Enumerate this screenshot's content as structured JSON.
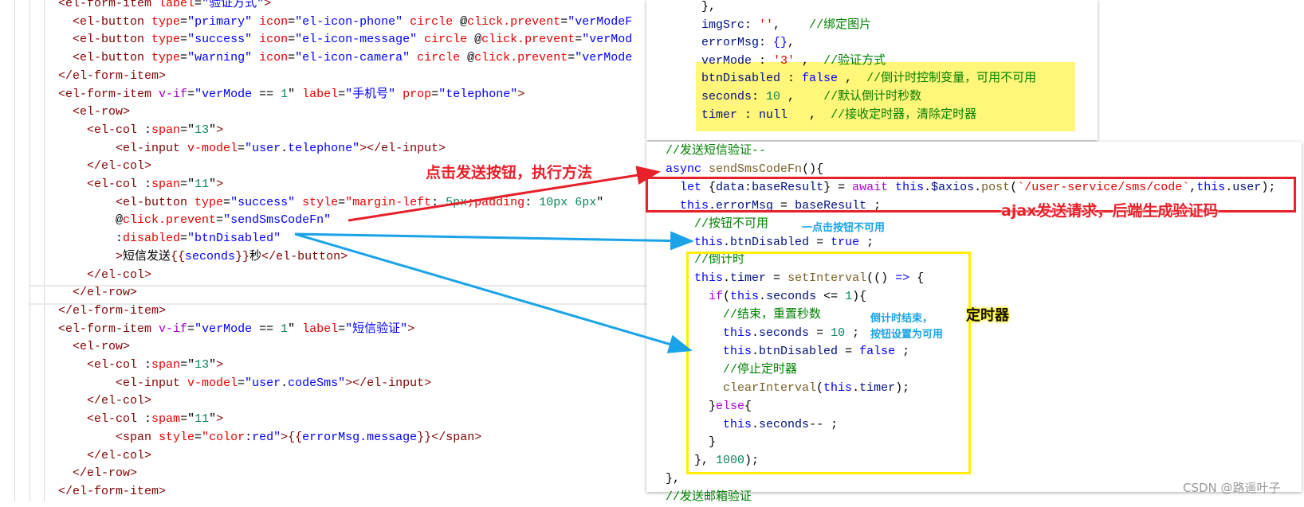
{
  "left_code": {
    "lines": [
      [
        [
          "<el-form-item",
          "tag"
        ],
        [
          " label",
          "attr"
        ],
        [
          "=",
          "p"
        ],
        [
          "\"验证方式\"",
          "str"
        ],
        [
          ">",
          "tag"
        ]
      ],
      [
        [
          "  <el-button",
          "tag"
        ],
        [
          " type",
          "attr"
        ],
        [
          "=",
          "p"
        ],
        [
          "\"primary\"",
          "str"
        ],
        [
          " icon",
          "attr"
        ],
        [
          "=",
          "p"
        ],
        [
          "\"el-icon-phone\"",
          "str"
        ],
        [
          " circle",
          "attr"
        ],
        [
          " @",
          "p"
        ],
        [
          "click.prevent",
          "attr"
        ],
        [
          "=",
          "p"
        ],
        [
          "\"verModeF",
          "str"
        ]
      ],
      [
        [
          "  <el-button",
          "tag"
        ],
        [
          " type",
          "attr"
        ],
        [
          "=",
          "p"
        ],
        [
          "\"success\"",
          "str"
        ],
        [
          " icon",
          "attr"
        ],
        [
          "=",
          "p"
        ],
        [
          "\"el-icon-message\"",
          "str"
        ],
        [
          " circle",
          "attr"
        ],
        [
          " @",
          "p"
        ],
        [
          "click.prevent",
          "attr"
        ],
        [
          "=",
          "p"
        ],
        [
          "\"verMod",
          "str"
        ]
      ],
      [
        [
          "  <el-button",
          "tag"
        ],
        [
          " type",
          "attr"
        ],
        [
          "=",
          "p"
        ],
        [
          "\"warning\"",
          "str"
        ],
        [
          " icon",
          "attr"
        ],
        [
          "=",
          "p"
        ],
        [
          "\"el-icon-camera\"",
          "str"
        ],
        [
          " circle",
          "attr"
        ],
        [
          " @",
          "p"
        ],
        [
          "click.prevent",
          "attr"
        ],
        [
          "=",
          "p"
        ],
        [
          "\"verMode",
          "str"
        ]
      ],
      [
        [
          "</el-form-item>",
          "tag"
        ]
      ],
      [
        [
          "<el-form-item",
          "tag"
        ],
        [
          " v-if",
          "vif"
        ],
        [
          "=",
          "p"
        ],
        [
          "\"verMode",
          "str"
        ],
        [
          " == ",
          "p"
        ],
        [
          "1",
          "num"
        ],
        [
          "\"",
          "p"
        ],
        [
          " label",
          "attr"
        ],
        [
          "=",
          "p"
        ],
        [
          "\"手机号\"",
          "str"
        ],
        [
          " prop",
          "attr"
        ],
        [
          "=",
          "p"
        ],
        [
          "\"telephone\"",
          "str"
        ],
        [
          ">",
          "tag"
        ]
      ],
      [
        [
          "  <el-row>",
          "tag"
        ]
      ],
      [
        [
          "    <el-col",
          "tag"
        ],
        [
          " :",
          "p"
        ],
        [
          "span",
          "attr"
        ],
        [
          "=",
          "p"
        ],
        [
          "\"",
          "p"
        ],
        [
          "13",
          "num"
        ],
        [
          "\"",
          "p"
        ],
        [
          ">",
          "tag"
        ]
      ],
      [
        [
          "        <el-input",
          "tag"
        ],
        [
          " v-model",
          "attr"
        ],
        [
          "=",
          "p"
        ],
        [
          "\"user",
          "str"
        ],
        [
          ".",
          "p"
        ],
        [
          "telephone\"",
          "str"
        ],
        [
          "></el-input>",
          "tag"
        ]
      ],
      [
        [
          "    </el-col>",
          "tag"
        ]
      ],
      [
        [
          "    <el-col",
          "tag"
        ],
        [
          " :",
          "p"
        ],
        [
          "span",
          "attr"
        ],
        [
          "=",
          "p"
        ],
        [
          "\"",
          "p"
        ],
        [
          "11",
          "num"
        ],
        [
          "\"",
          "p"
        ],
        [
          ">",
          "tag"
        ]
      ],
      [
        [
          "        <el-button",
          "tag"
        ],
        [
          " type",
          "attr"
        ],
        [
          "=",
          "p"
        ],
        [
          "\"success\"",
          "str"
        ],
        [
          " style",
          "attr"
        ],
        [
          "=",
          "p"
        ],
        [
          "\"margin-left",
          "attr"
        ],
        [
          ": ",
          "p"
        ],
        [
          "5px",
          "num"
        ],
        [
          ";padding",
          "attr"
        ],
        [
          ": ",
          "p"
        ],
        [
          "10px 6px",
          "num"
        ],
        [
          "\"",
          "p"
        ]
      ],
      [
        [
          "        @",
          "p"
        ],
        [
          "click.prevent",
          "attr"
        ],
        [
          "=",
          "p"
        ],
        [
          "\"sendSmsCodeFn\"",
          "str"
        ]
      ],
      [
        [
          "        :",
          "p"
        ],
        [
          "disabled",
          "attr"
        ],
        [
          "=",
          "p"
        ],
        [
          "\"btnDisabled\"",
          "str"
        ]
      ],
      [
        [
          "        >",
          "tag"
        ],
        [
          "短信发送",
          "p"
        ],
        [
          "{{",
          "tag"
        ],
        [
          "seconds",
          "str"
        ],
        [
          "}}",
          "tag"
        ],
        [
          "秒",
          "p"
        ],
        [
          "</el-button>",
          "tag"
        ]
      ],
      [
        [
          "    </el-col>",
          "tag"
        ]
      ],
      [
        [
          "  </el-row>",
          "tag"
        ]
      ],
      [
        [
          "</el-form-item>",
          "tag"
        ]
      ],
      [
        [
          "<el-form-item",
          "tag"
        ],
        [
          " v-if",
          "vif"
        ],
        [
          "=",
          "p"
        ],
        [
          "\"verMode",
          "str"
        ],
        [
          " == ",
          "p"
        ],
        [
          "1",
          "num"
        ],
        [
          "\"",
          "p"
        ],
        [
          " label",
          "attr"
        ],
        [
          "=",
          "p"
        ],
        [
          "\"短信验证\"",
          "str"
        ],
        [
          ">",
          "tag"
        ]
      ],
      [
        [
          "  <el-row>",
          "tag"
        ]
      ],
      [
        [
          "    <el-col",
          "tag"
        ],
        [
          " :",
          "p"
        ],
        [
          "span",
          "attr"
        ],
        [
          "=",
          "p"
        ],
        [
          "\"",
          "p"
        ],
        [
          "13",
          "num"
        ],
        [
          "\"",
          "p"
        ],
        [
          ">",
          "tag"
        ]
      ],
      [
        [
          "        <el-input",
          "tag"
        ],
        [
          " v-model",
          "attr"
        ],
        [
          "=",
          "p"
        ],
        [
          "\"user",
          "str"
        ],
        [
          ".",
          "p"
        ],
        [
          "codeSms\"",
          "str"
        ],
        [
          "></el-input>",
          "tag"
        ]
      ],
      [
        [
          "    </el-col>",
          "tag"
        ]
      ],
      [
        [
          "    <el-col",
          "tag"
        ],
        [
          " :",
          "p"
        ],
        [
          "spam",
          "attr"
        ],
        [
          "=",
          "p"
        ],
        [
          "\"",
          "p"
        ],
        [
          "11",
          "num"
        ],
        [
          "\"",
          "p"
        ],
        [
          ">",
          "tag"
        ]
      ],
      [
        [
          "        <span",
          "tag"
        ],
        [
          " style",
          "attr"
        ],
        [
          "=",
          "p"
        ],
        [
          "\"color",
          "attr"
        ],
        [
          ":",
          "p"
        ],
        [
          "red\"",
          "str"
        ],
        [
          ">",
          "tag"
        ],
        [
          "{{",
          "tag"
        ],
        [
          "errorMsg.message",
          "str"
        ],
        [
          "}}",
          "tag"
        ],
        [
          "</span>",
          "tag"
        ]
      ],
      [
        [
          "    </el-col>",
          "tag"
        ]
      ],
      [
        [
          "  </el-row>",
          "tag"
        ]
      ],
      [
        [
          "</el-form-item>",
          "tag"
        ]
      ]
    ]
  },
  "top_panel": {
    "lines": [
      [
        [
          "},",
          "p"
        ]
      ],
      [
        [
          "imgSrc",
          "prop"
        ],
        [
          ": ",
          "p"
        ],
        [
          "''",
          "attr"
        ],
        [
          ",    ",
          "p"
        ],
        [
          "//绑定图片",
          "cm"
        ]
      ],
      [
        [
          "errorMsg",
          "prop"
        ],
        [
          ": ",
          "p"
        ],
        [
          "{}",
          "str"
        ],
        [
          ",",
          "p"
        ]
      ],
      [
        [
          "verMode",
          "prop"
        ],
        [
          " : ",
          "p"
        ],
        [
          "'3'",
          "attr"
        ],
        [
          " ,  ",
          "p"
        ],
        [
          "//验证方式",
          "cm"
        ]
      ],
      [
        [
          "btnDisabled",
          "prop"
        ],
        [
          " : ",
          "p"
        ],
        [
          "false",
          "kw"
        ],
        [
          " ,  ",
          "p"
        ],
        [
          "//倒计时控制变量，可用不可用",
          "cm"
        ]
      ],
      [
        [
          "seconds",
          "prop"
        ],
        [
          ": ",
          "p"
        ],
        [
          "10",
          "num"
        ],
        [
          " ,    ",
          "p"
        ],
        [
          "//默认倒计时秒数",
          "cm"
        ]
      ],
      [
        [
          "timer",
          "prop"
        ],
        [
          " : ",
          "p"
        ],
        [
          "null",
          "prop"
        ],
        [
          "   ,  ",
          "p"
        ],
        [
          "//接收定时器，清除定时器",
          "cm"
        ]
      ]
    ]
  },
  "bottom_panel": {
    "lines": [
      [
        [
          "//发送短信验证--",
          "cm"
        ]
      ],
      [
        [
          "async",
          "kw"
        ],
        [
          " ",
          "p"
        ],
        [
          "sendSmsCodeFn",
          "fn"
        ],
        [
          "(){",
          "p"
        ]
      ],
      [
        [
          "  let",
          "kw"
        ],
        [
          " {",
          "p"
        ],
        [
          "data",
          "prop"
        ],
        [
          ":",
          "p"
        ],
        [
          "baseResult",
          "prop"
        ],
        [
          "} = ",
          "p"
        ],
        [
          "await",
          "ctl"
        ],
        [
          " this",
          "kw"
        ],
        [
          ".",
          "p"
        ],
        [
          "$axios",
          "prop"
        ],
        [
          ".",
          "p"
        ],
        [
          "post",
          "fn"
        ],
        [
          "(",
          "p"
        ],
        [
          "`/user-service/sms/code`",
          "attr"
        ],
        [
          ",",
          "p"
        ],
        [
          "this",
          "kw"
        ],
        [
          ".",
          "p"
        ],
        [
          "user",
          "prop"
        ],
        [
          ");",
          "p"
        ]
      ],
      [
        [
          "  this",
          "kw"
        ],
        [
          ".",
          "p"
        ],
        [
          "errorMsg",
          "prop"
        ],
        [
          " = ",
          "p"
        ],
        [
          "baseResult",
          "prop"
        ],
        [
          " ;",
          "p"
        ]
      ],
      [
        [
          "    //按钮不可用",
          "cm"
        ]
      ],
      [
        [
          "    this",
          "kw"
        ],
        [
          ".",
          "p"
        ],
        [
          "btnDisabled",
          "prop"
        ],
        [
          " = ",
          "p"
        ],
        [
          "true",
          "kw"
        ],
        [
          " ;",
          "p"
        ]
      ],
      [
        [
          "    //倒计时",
          "cm"
        ]
      ],
      [
        [
          "    this",
          "kw"
        ],
        [
          ".",
          "p"
        ],
        [
          "timer",
          "prop"
        ],
        [
          " = ",
          "p"
        ],
        [
          "setInterval",
          "fn"
        ],
        [
          "(() ",
          "p"
        ],
        [
          "=>",
          "kw"
        ],
        [
          " {",
          "p"
        ]
      ],
      [
        [
          "      if",
          "ctl"
        ],
        [
          "(",
          "p"
        ],
        [
          "this",
          "kw"
        ],
        [
          ".",
          "p"
        ],
        [
          "seconds",
          "prop"
        ],
        [
          " <= ",
          "p"
        ],
        [
          "1",
          "num"
        ],
        [
          "){",
          "p"
        ]
      ],
      [
        [
          "        //结束，重置秒数",
          "cm"
        ]
      ],
      [
        [
          "        this",
          "kw"
        ],
        [
          ".",
          "p"
        ],
        [
          "seconds",
          "prop"
        ],
        [
          " = ",
          "p"
        ],
        [
          "10",
          "num"
        ],
        [
          " ;",
          "p"
        ]
      ],
      [
        [
          "        this",
          "kw"
        ],
        [
          ".",
          "p"
        ],
        [
          "btnDisabled",
          "prop"
        ],
        [
          " = ",
          "p"
        ],
        [
          "false",
          "kw"
        ],
        [
          " ;",
          "p"
        ]
      ],
      [
        [
          "        //停止定时器",
          "cm"
        ]
      ],
      [
        [
          "        clearInterval",
          "fn"
        ],
        [
          "(",
          "p"
        ],
        [
          "this",
          "kw"
        ],
        [
          ".",
          "p"
        ],
        [
          "timer",
          "prop"
        ],
        [
          ");",
          "p"
        ]
      ],
      [
        [
          "      }",
          "p"
        ],
        [
          "else",
          "ctl"
        ],
        [
          "{",
          "p"
        ]
      ],
      [
        [
          "        this",
          "kw"
        ],
        [
          ".",
          "p"
        ],
        [
          "seconds",
          "prop"
        ],
        [
          "-- ;",
          "p"
        ]
      ],
      [
        [
          "      }",
          "p"
        ]
      ],
      [
        [
          "    }, ",
          "p"
        ],
        [
          "1000",
          "num"
        ],
        [
          ");",
          "p"
        ]
      ],
      [
        [
          "},",
          "p"
        ]
      ],
      [
        [
          "//发送邮箱验证",
          "cm"
        ]
      ]
    ]
  },
  "annotations": {
    "click_send": "点击发送按钮，执行方法",
    "ajax": "ajax发送请求，后端生成验证码",
    "disable": "一点击按钮不可用",
    "end_line1": "倒计时结束，",
    "end_line2": "按钮设置为可用",
    "timer": "定时器"
  },
  "watermark": "CSDN @路遥叶子",
  "colors": {
    "red_arrow": "#e8202a",
    "blue_arrow": "#1aa3e8",
    "yellow_box": "#ffee00",
    "highlight": "#fff67a"
  }
}
